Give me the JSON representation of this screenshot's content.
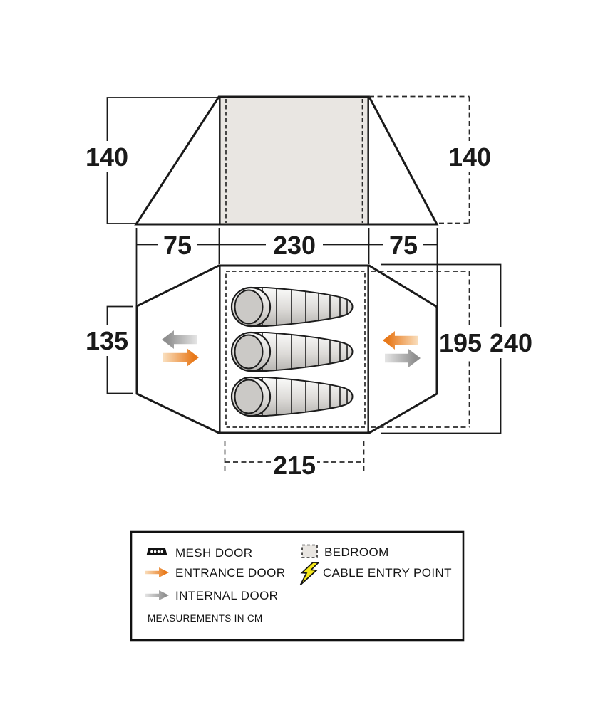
{
  "side_view": {
    "height_left": "140",
    "height_right": "140",
    "porch_left_width": "75",
    "bedroom_width": "230",
    "porch_right_width": "75"
  },
  "floor_plan": {
    "porch_width": "135",
    "inner_depth": "195",
    "total_depth": "240",
    "bedroom_length": "215",
    "sleeping_bag_count": 3
  },
  "legend": {
    "mesh_door": "MESH DOOR",
    "entrance_door": "ENTRANCE DOOR",
    "internal_door": "INTERNAL DOOR",
    "bedroom": "BEDROOM",
    "cable_entry_point": "CABLE ENTRY POINT",
    "note": "MEASUREMENTS IN CM"
  },
  "colors": {
    "line": "#1a1a1a",
    "bedroom_fill": "#e9e6e2",
    "entrance_orange": "#e8791a",
    "entrance_orange_pale": "#f9ddbb",
    "internal_gray": "#8f8f8f",
    "internal_gray_pale": "#e4e4e4",
    "cable_yellow": "#f5e81a",
    "mesh_black": "#111111"
  }
}
